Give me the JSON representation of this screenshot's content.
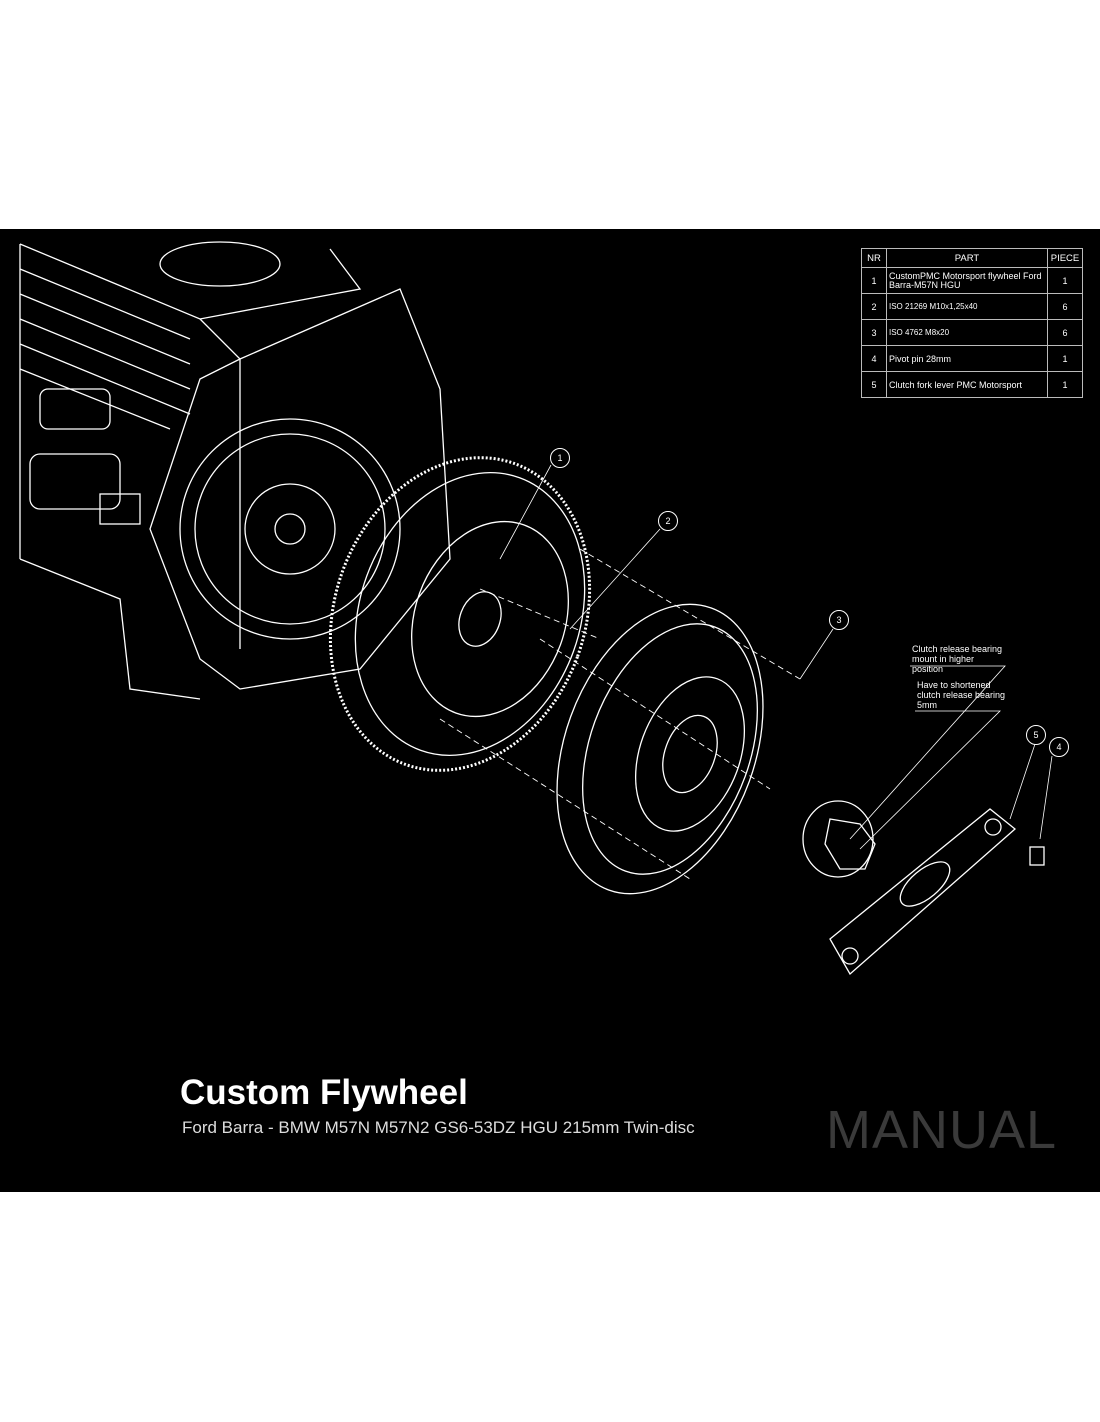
{
  "parts_table": {
    "headers": [
      "NR",
      "PART",
      "PIECE"
    ],
    "rows": [
      {
        "nr": "1",
        "part": "CustomPMC Motorsport flywheel Ford Barra-M57N HGU",
        "piece": "1"
      },
      {
        "nr": "2",
        "part": "ISO 21269 M10x1,25x40",
        "piece": "6"
      },
      {
        "nr": "3",
        "part": "ISO 4762 M8x20",
        "piece": "6"
      },
      {
        "nr": "4",
        "part": "Pivot pin 28mm",
        "piece": "1"
      },
      {
        "nr": "5",
        "part": "Clutch fork lever PMC Motorsport",
        "piece": "1"
      }
    ]
  },
  "notes": {
    "bearing_mount": "Clutch release bearing mount in higher position",
    "bearing_shortened": "Have to shortened clutch release bearing 5mm"
  },
  "callouts": [
    "1",
    "2",
    "3",
    "4",
    "5"
  ],
  "title": "Custom Flywheel",
  "subtitle": "Ford Barra - BMW M57N M57N2 GS6-53DZ HGU 215mm Twin-disc",
  "watermark": "MANUAL"
}
